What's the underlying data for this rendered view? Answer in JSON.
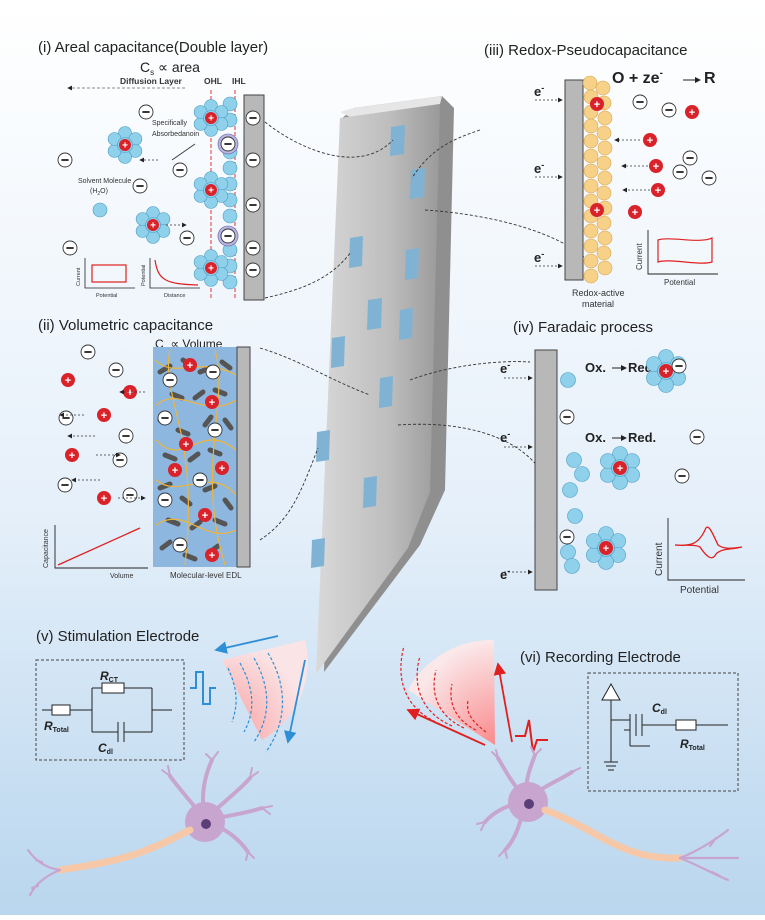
{
  "panels": {
    "i": {
      "title": "(i)  Areal capacitance(Double layer)",
      "formula_c": "C",
      "formula_sub": "s",
      "formula_rest": " ∝ area",
      "diffusion_layer": "Diffusion Layer",
      "ohl": "OHL",
      "ihl": "IHL",
      "specifically": "Specifically",
      "absorbedanoin": "Absorbedanoin",
      "solvent": "Solvent Molecule",
      "solvent_h2o": "(H",
      "solvent_h2o_sub": "2",
      "solvent_h2o_end": "O)",
      "plot1_y": "Current",
      "plot1_x": "Potential",
      "plot2_y": "Potential",
      "plot2_x": "Distance"
    },
    "ii": {
      "title": "(ii)  Volumetric capacitance",
      "formula_c": "C",
      "formula_sub": "s",
      "formula_rest": " ∝ Volume",
      "plot_y": "Capacitance",
      "plot_x": "Volume",
      "edl": "Molecular-level EDL"
    },
    "iii": {
      "title": "(iii)  Redox-Pseudocapacitance",
      "equation_a": "O + ze",
      "equation_sup": "-",
      "equation_b": "R",
      "electron": "e",
      "electron_sup": "-",
      "material_1": "Redox-active",
      "material_2": "material",
      "plot_y": "Current",
      "plot_x": "Potential"
    },
    "iv": {
      "title": "(iv)  Faradaic process",
      "ox": "Ox.",
      "red": "Red.",
      "electron": "e",
      "electron_sup": "-",
      "plot_y": "Current",
      "plot_x": "Potential"
    },
    "v": {
      "title": "(v)  Stimulation Electrode",
      "r_ct": "R",
      "r_ct_sub": "CT",
      "r_total": "R",
      "r_total_sub": "Total",
      "c_dl": "C",
      "c_dl_sub": "dl"
    },
    "vi": {
      "title": "(vi)  Recording Electrode",
      "c_dl": "C",
      "c_dl_sub": "dl",
      "r_total": "R",
      "r_total_sub": "Total"
    }
  },
  "colors": {
    "background_top": "#ffffff",
    "background_bottom": "#b9d6ee",
    "ion_blue": "#8fd0ea",
    "cation_red": "#d9222a",
    "redox_yellow": "#f7d187",
    "electrode_gray": "#b8b8b8",
    "probe_window": "#7fb2d3",
    "stim_blue": "#2e8fd6",
    "record_red": "#e02020",
    "neuron_purple": "#c8a5cf",
    "axon_peach": "#f6c8a8"
  }
}
